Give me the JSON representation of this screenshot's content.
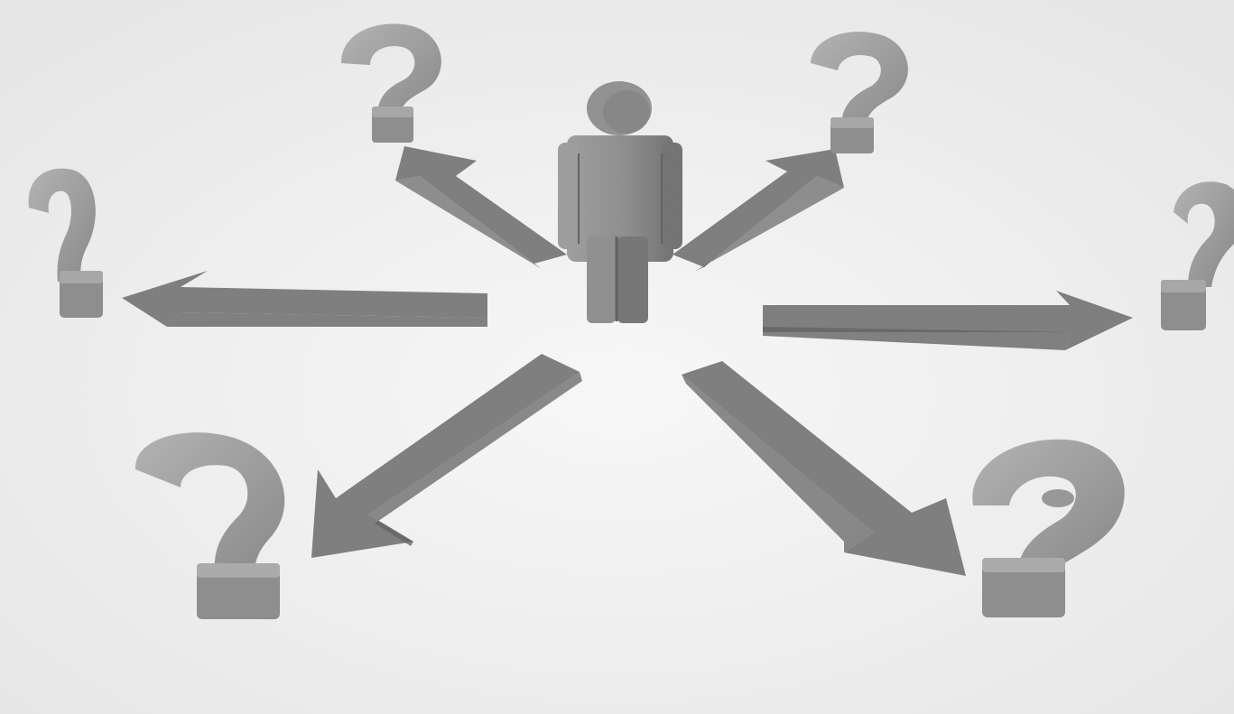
{
  "scene": {
    "subject": "person-figure",
    "arrow_count": 6,
    "question_mark_count": 6,
    "colors": {
      "background": "#f2f2f2",
      "figure": "#8a8a8a",
      "figure_shadow": "#6e6e6e",
      "figure_highlight": "#a8a8a8",
      "arrow": "#7a7a7a",
      "arrow_dark": "#5e5e5e",
      "question_mark": "#9c9c9c",
      "question_mark_dark": "#7e7e7e"
    },
    "icons": [
      "person-icon",
      "arrow-icon",
      "question-mark-icon"
    ]
  }
}
